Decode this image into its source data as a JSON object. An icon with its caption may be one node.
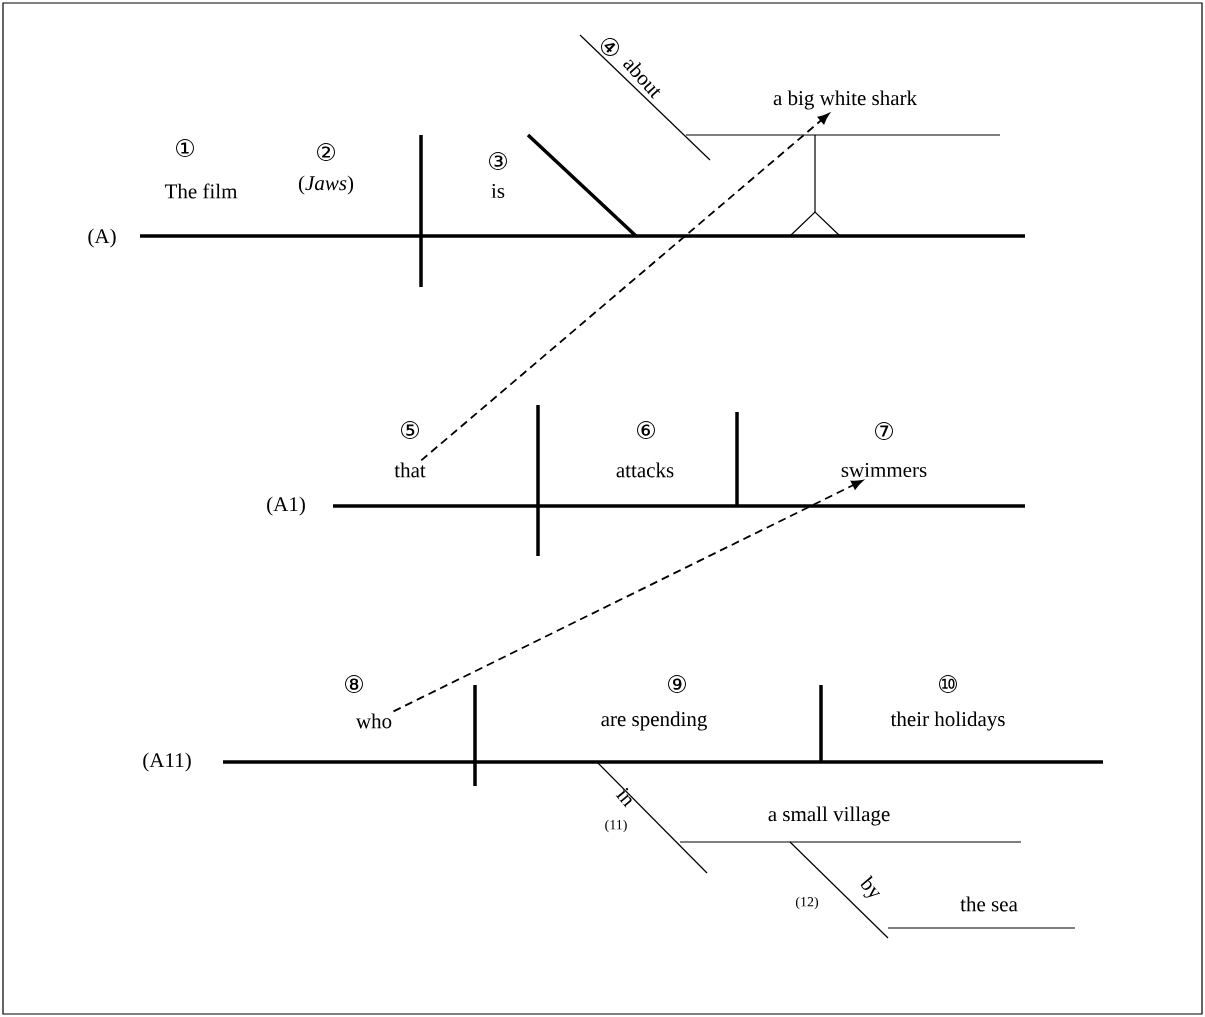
{
  "diagram": {
    "nodes": [
      {
        "text": [
          "a big white shark"
        ]
      },
      {
        "text": [
          "that"
        ]
      },
      {
        "text": [
          "swimmers"
        ]
      },
      {
        "text": [
          "who"
        ]
      }
    ],
    "edges": [
      {
        "from": 1,
        "to": 0,
        "arrow": "to",
        "style": "dashed"
      },
      {
        "from": 3,
        "to": 2,
        "arrow": "to",
        "style": "dashed"
      }
    ],
    "labels": [
      "④",
      "about",
      "①",
      "②",
      "③",
      "The film",
      "(*Jaws*)",
      "is",
      "(A)",
      "⑤",
      "⑥",
      "⑦",
      "attacks",
      "(A1)",
      "⑧",
      "⑨",
      "⑩",
      "are spending",
      "their holidays",
      "(A11)",
      "in",
      "(11)",
      "a small village",
      "by",
      "(12)",
      "the sea"
    ]
  }
}
